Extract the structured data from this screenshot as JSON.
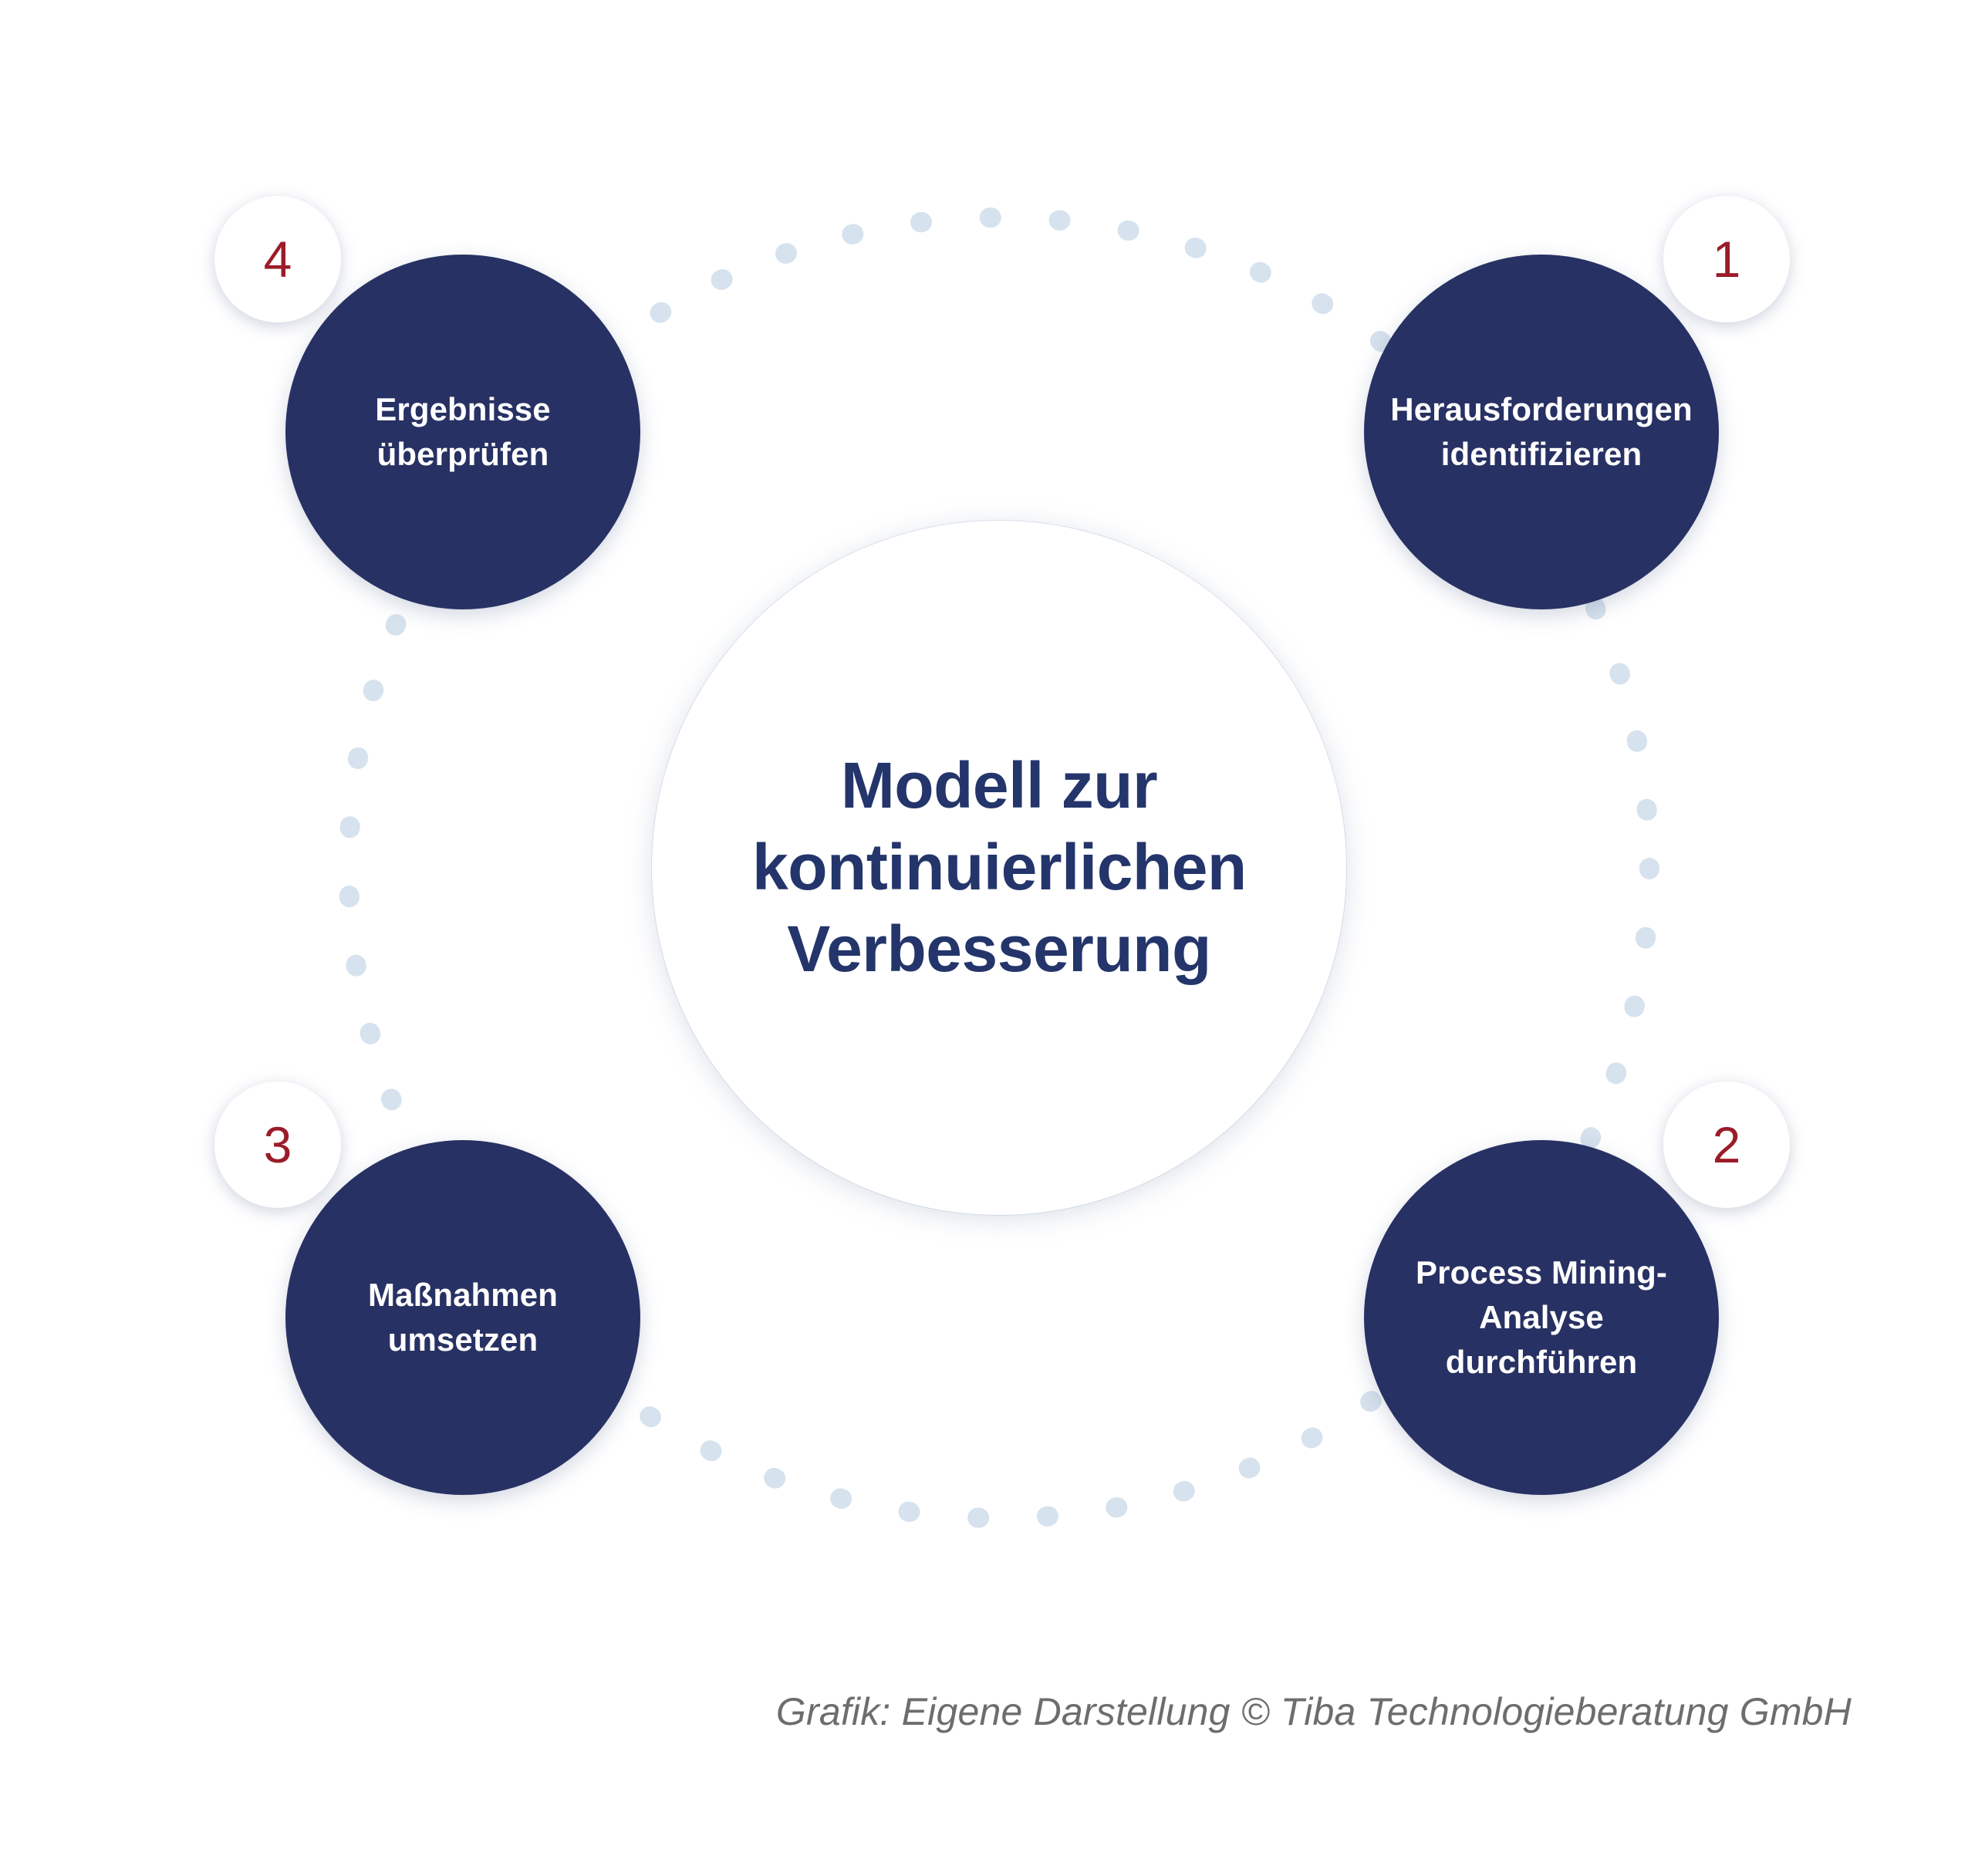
{
  "center": {
    "title_line1": "Modell zur",
    "title_line2": "kontinuierlichen",
    "title_line3": "Verbesserung",
    "title_full": "Modell zur kontinuierlichen Verbesserung"
  },
  "steps": [
    {
      "number": "1",
      "label_line1": "Herausforderungen",
      "label_line2": "identifizieren",
      "label_full": "Herausforderungen identifizieren",
      "position": "top-right"
    },
    {
      "number": "2",
      "label_line1": "Process Mining-",
      "label_line2": "Analyse",
      "label_line3": "durchführen",
      "label_full": "Process Mining-Analyse durchführen",
      "position": "bottom-right"
    },
    {
      "number": "3",
      "label_line1": "Maßnahmen",
      "label_line2": "umsetzen",
      "label_full": "Maßnahmen umsetzen",
      "position": "bottom-left"
    },
    {
      "number": "4",
      "label_line1": "Ergebnisse",
      "label_line2": "überprüfen",
      "label_full": "Ergebnisse überprüfen",
      "position": "top-left"
    }
  ],
  "caption": {
    "text": "Grafik: Eigene Darstellung © Tiba Technologieberatung GmbH"
  },
  "colors": {
    "navy_disc": "#283163",
    "title_navy": "#24356B",
    "badge_red": "#9B1C29",
    "dot_blue": "#D6E2ED",
    "background": "#FFFFFF",
    "caption_gray": "#6D6D6D"
  }
}
